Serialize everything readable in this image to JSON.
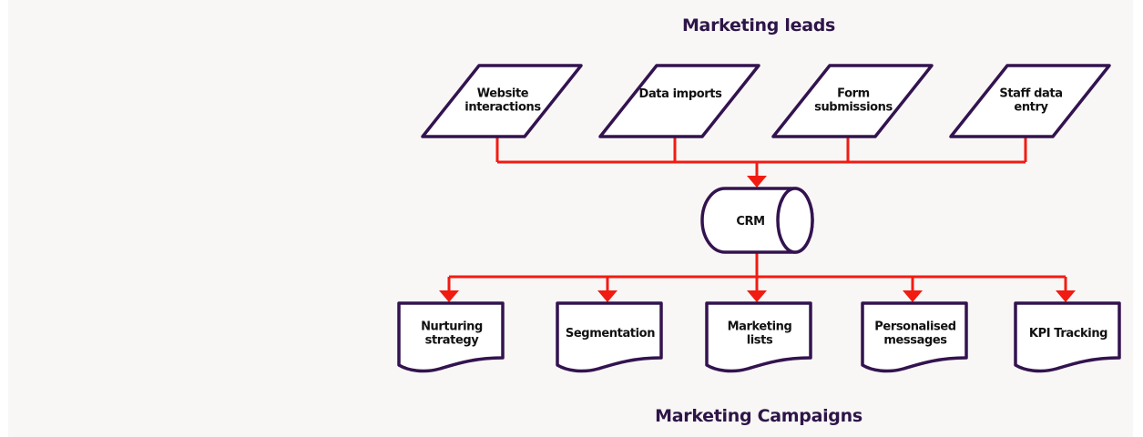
{
  "diagram": {
    "top_title": "Marketing leads",
    "bottom_title": "Marketing Campaigns",
    "colors": {
      "background": "#f8f7f6",
      "shape_stroke": "#33134f",
      "shape_fill": "#ffffff",
      "connector": "#f21b12",
      "title_text": "#2e1548",
      "label_text": "#111111"
    },
    "sources": [
      {
        "id": "website-interactions",
        "shape": "parallelogram",
        "lines": [
          "Website",
          "interactions"
        ]
      },
      {
        "id": "data-imports",
        "shape": "parallelogram",
        "lines": [
          "Data imports"
        ]
      },
      {
        "id": "form-submissions",
        "shape": "parallelogram",
        "lines": [
          "Form",
          "submissions"
        ]
      },
      {
        "id": "staff-data-entry",
        "shape": "parallelogram",
        "lines": [
          "Staff data",
          "entry"
        ]
      }
    ],
    "hub": {
      "id": "crm",
      "shape": "cylinder",
      "lines": [
        "CRM"
      ]
    },
    "outputs": [
      {
        "id": "nurturing-strategy",
        "shape": "document",
        "lines": [
          "Nurturing",
          "strategy"
        ]
      },
      {
        "id": "segmentation",
        "shape": "document",
        "lines": [
          "Segmentation"
        ]
      },
      {
        "id": "marketing-lists",
        "shape": "document",
        "lines": [
          "Marketing",
          "lists"
        ]
      },
      {
        "id": "personalised-messages",
        "shape": "document",
        "lines": [
          "Personalised",
          "messages"
        ]
      },
      {
        "id": "kpi-tracking",
        "shape": "document",
        "lines": [
          "KPI Tracking"
        ]
      }
    ],
    "edges": [
      {
        "from": "website-interactions",
        "to": "crm"
      },
      {
        "from": "data-imports",
        "to": "crm"
      },
      {
        "from": "form-submissions",
        "to": "crm"
      },
      {
        "from": "staff-data-entry",
        "to": "crm"
      },
      {
        "from": "crm",
        "to": "nurturing-strategy"
      },
      {
        "from": "crm",
        "to": "segmentation"
      },
      {
        "from": "crm",
        "to": "marketing-lists"
      },
      {
        "from": "crm",
        "to": "personalised-messages"
      },
      {
        "from": "crm",
        "to": "kpi-tracking"
      }
    ]
  }
}
